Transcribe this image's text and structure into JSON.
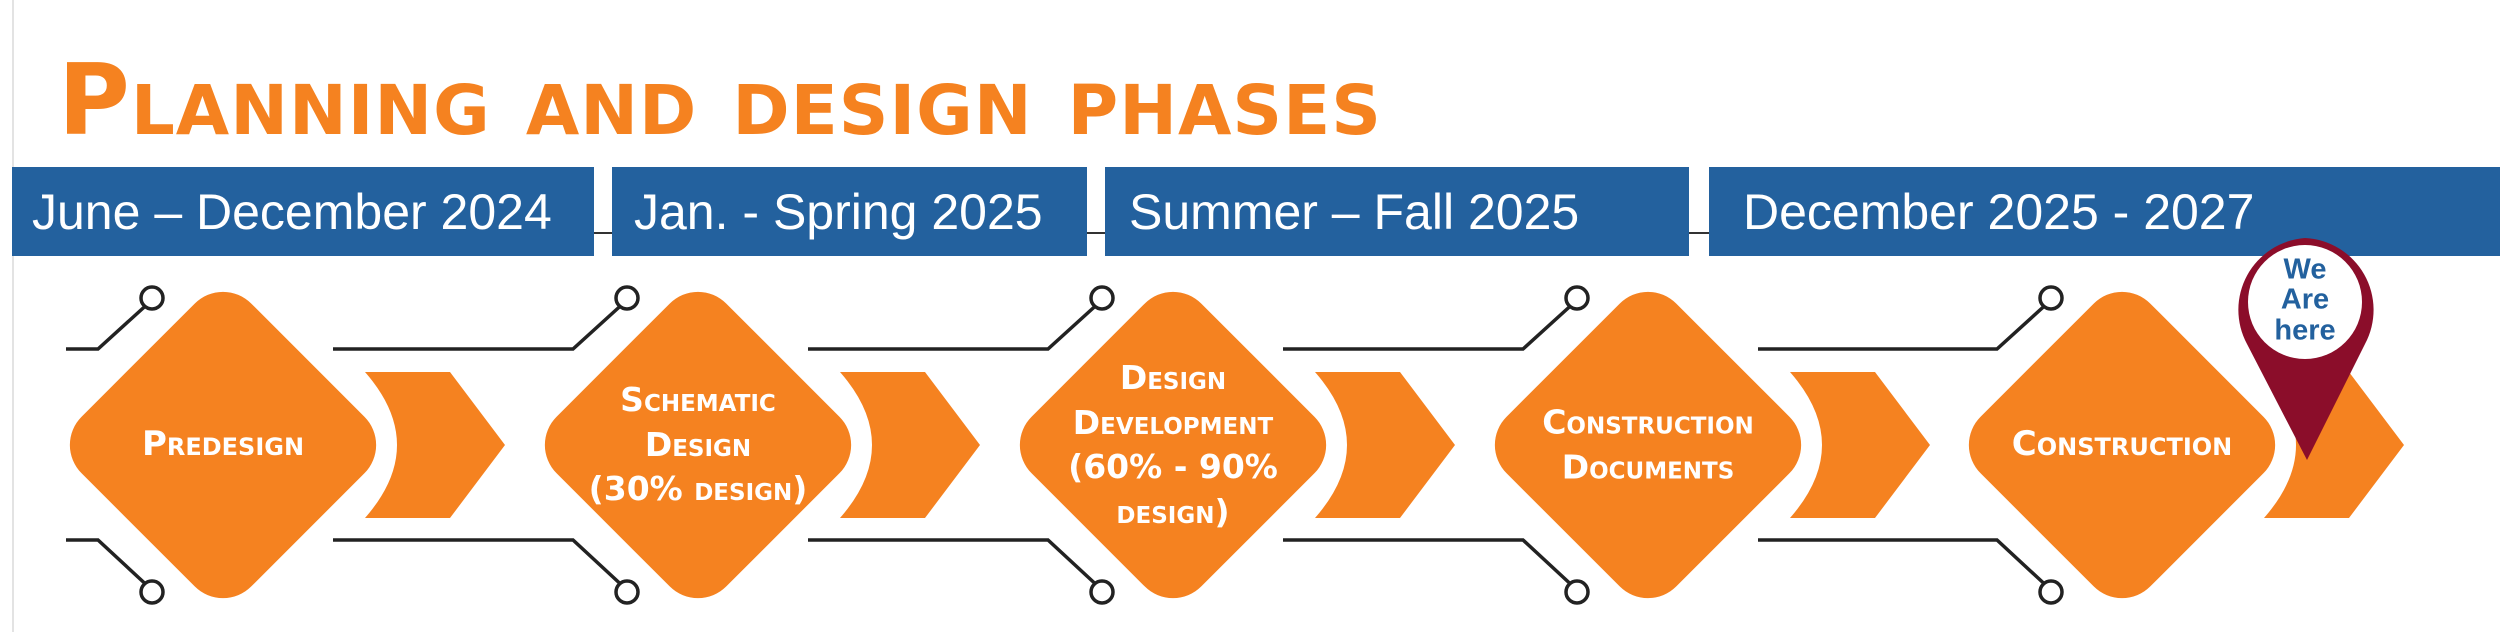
{
  "title": "Planning and design phases",
  "timeline": [
    {
      "label": "June – December 2024"
    },
    {
      "label": "Jan. - Spring 2025"
    },
    {
      "label": "Summer – Fall 2025"
    },
    {
      "label": "December 2025 - 2027"
    }
  ],
  "phases": [
    {
      "label": "Predesign"
    },
    {
      "label": "Schematic\nDesign\n(30% design)"
    },
    {
      "label": "Design\nDevelopment\n(60% - 90%\ndesign)"
    },
    {
      "label": "Construction\nDocuments"
    },
    {
      "label": "Construction"
    }
  ],
  "marker": {
    "label": "We\nAre\nhere"
  },
  "colors": {
    "orange": "#f58220",
    "blue": "#23619e",
    "pin": "#8b0d2a"
  }
}
